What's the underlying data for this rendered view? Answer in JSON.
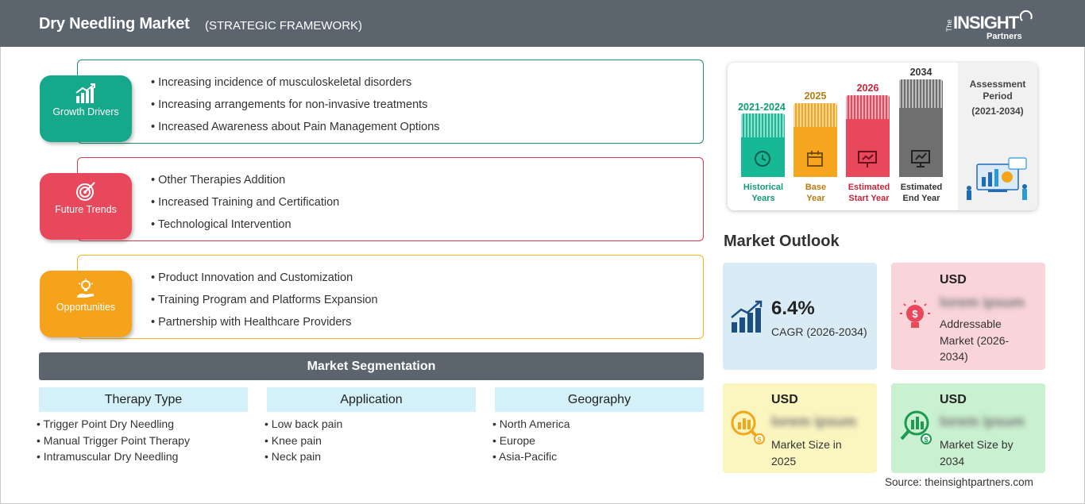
{
  "header": {
    "title": "Dry Needling Market",
    "subtitle": "(STRATEGIC FRAMEWORK)",
    "logo_the": "The",
    "logo_insight": "INSIGHT",
    "logo_partners": "Partners"
  },
  "framework": [
    {
      "label": "Growth Drivers",
      "icon": "growth-chart-icon",
      "color": "#15a88a",
      "border": "#1c8f74",
      "items": [
        "Increasing incidence of musculoskeletal disorders",
        "Increasing arrangements for non-invasive treatments",
        "Increased Awareness about Pain Management Options"
      ]
    },
    {
      "label": "Future Trends",
      "icon": "target-icon",
      "color": "#e8485c",
      "border": "#d63b50",
      "items": [
        "Other Therapies Addition",
        "Increased Training and Certification",
        "Technological Intervention"
      ]
    },
    {
      "label": "Opportunities",
      "icon": "lightbulb-hand-icon",
      "color": "#f5a31a",
      "border": "#f2b51c",
      "items": [
        "Product Innovation and Customization",
        "Training Program and Platforms Expansion",
        "Partnership with Healthcare Providers"
      ]
    }
  ],
  "segmentation": {
    "title": "Market Segmentation",
    "columns": [
      {
        "heading": "Therapy Type",
        "items": [
          "Trigger Point Dry Needling",
          "Manual Trigger Point Therapy",
          "Intramuscular Dry Needling"
        ]
      },
      {
        "heading": "Application",
        "items": [
          "Low back pain",
          "Knee pain",
          "Neck pain"
        ]
      },
      {
        "heading": "Geography",
        "items": [
          "North America",
          "Europe",
          "Asia-Pacific"
        ]
      }
    ]
  },
  "timeline": {
    "columns": [
      {
        "year": "2021-2024",
        "caption_1": "Historical",
        "caption_2": "Years",
        "color": "#17b895",
        "year_color": "#0e9b7b",
        "icon": "history-icon"
      },
      {
        "year": "2025",
        "caption_1": "Base",
        "caption_2": "Year",
        "color": "#f6a51e",
        "year_color": "#b77d0f",
        "icon": "calendar-icon"
      },
      {
        "year": "2026",
        "caption_1": "Estimated",
        "caption_2": "Start Year",
        "color": "#e8485c",
        "year_color": "#c8253c",
        "icon": "presentation-icon"
      },
      {
        "year": "2034",
        "caption_1": "Estimated",
        "caption_2": "End Year",
        "color": "#6f6f6f",
        "year_color": "#333333",
        "icon": "monitor-chart-icon"
      }
    ],
    "assessment_label": "Assessment Period",
    "assessment_range": "(2021-2034)"
  },
  "outlook": {
    "title": "Market Outlook",
    "cagr_value": "6.4%",
    "cagr_label": "CAGR (2026-2034)",
    "addressable_currency": "USD",
    "addressable_value": "lorem ipsum",
    "addressable_label": "Addressable Market (2026-2034)",
    "size2025_currency": "USD",
    "size2025_value": "lorem ipsum",
    "size2025_label": "Market Size in 2025",
    "size2034_currency": "USD",
    "size2034_value": "lorem ipsum",
    "size2034_label": "Market Size by 2034",
    "colors": {
      "cagr": "#d9ecf6",
      "addressable": "#f9d5da",
      "size2025": "#fbf5bf",
      "size2034": "#c9f0d0"
    }
  },
  "source": "Source: theinsightpartners.com"
}
